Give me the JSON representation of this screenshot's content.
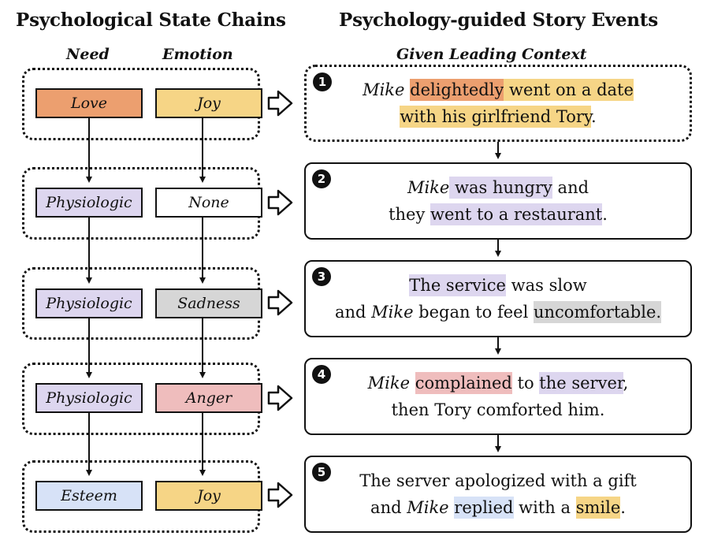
{
  "titles": {
    "left": "Psychological State Chains",
    "right": "Psychology-guided Story Events"
  },
  "column_headers": {
    "need": "Need",
    "emotion": "Emotion",
    "context": "Given Leading Context"
  },
  "state_chain": [
    {
      "need": "Love",
      "emotion": "Joy"
    },
    {
      "need": "Physiologic",
      "emotion": "None"
    },
    {
      "need": "Physiologic",
      "emotion": "Sadness"
    },
    {
      "need": "Physiologic",
      "emotion": "Anger"
    },
    {
      "need": "Esteem",
      "emotion": "Joy"
    }
  ],
  "colors": {
    "love": "#ec9f6f",
    "joy": "#f6d586",
    "physiologic": "#ddd6ef",
    "none": "#ffffff",
    "sadness": "#d6d6d6",
    "anger": "#efbdbd",
    "esteem": "#d7e2f7"
  },
  "events": [
    {
      "number": "1",
      "line1": {
        "actor": "Mike",
        "gap1": " ",
        "h1": "delightedly",
        "h2": " went on a date"
      },
      "line2": {
        "h": "with his girlfriend Tory",
        "tail": "."
      }
    },
    {
      "number": "2",
      "line1": {
        "actor": "Mike",
        "h1": " was hungry",
        "tail": " and"
      },
      "line2": {
        "pre": "they ",
        "h": "went to a restaurant",
        "tail": "."
      }
    },
    {
      "number": "3",
      "line1": {
        "h": "The service",
        "tail": " was slow"
      },
      "line2": {
        "pre": "and ",
        "actor": "Mike",
        "mid": " began to feel ",
        "h": "uncomfortable."
      }
    },
    {
      "number": "4",
      "line1": {
        "actor": "Mike",
        "gap": " ",
        "h1": "complained",
        "mid": " to ",
        "h2": "the server",
        "tail": ","
      },
      "line2": {
        "text": "then Tory comforted him."
      }
    },
    {
      "number": "5",
      "line1": {
        "text": "The server apologized with a gift"
      },
      "line2": {
        "pre": "and ",
        "actor": "Mike",
        "gap": " ",
        "h1": "replied",
        "mid": " with a ",
        "h2": "smile",
        "tail": "."
      }
    }
  ]
}
